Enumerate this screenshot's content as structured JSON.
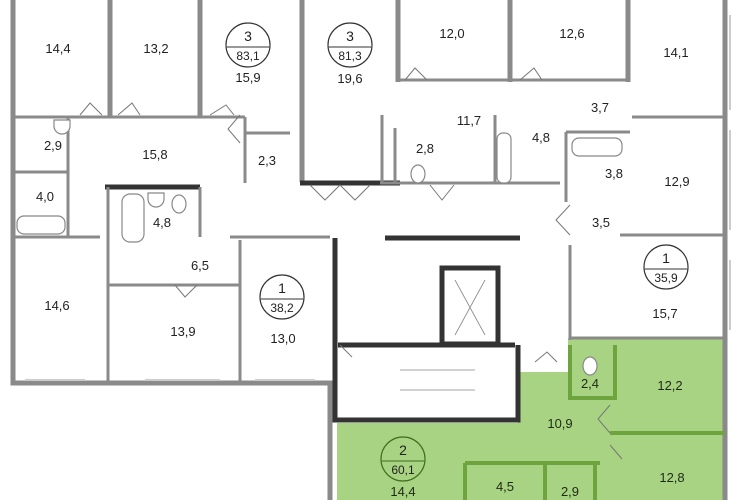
{
  "plan": {
    "highlight_color": "#a8d383",
    "apartments": [
      {
        "rooms": "3",
        "area": "83,1"
      },
      {
        "rooms": "3",
        "area": "81,3"
      },
      {
        "rooms": "1",
        "area": "38,2"
      },
      {
        "rooms": "1",
        "area": "35,9"
      },
      {
        "rooms": "2",
        "area": "60,1"
      }
    ],
    "rooms": [
      "14,4",
      "13,2",
      "15,9",
      "19,6",
      "12,0",
      "12,6",
      "14,1",
      "15,8",
      "2,9",
      "2,3",
      "4,0",
      "4,8",
      "11,7",
      "2,8",
      "4,8",
      "3,7",
      "3,8",
      "12,9",
      "3,5",
      "6,5",
      "14,6",
      "13,9",
      "13,0",
      "15,7",
      "2,4",
      "12,2",
      "10,9",
      "12,8",
      "4,5",
      "2,9",
      "14,4"
    ]
  }
}
